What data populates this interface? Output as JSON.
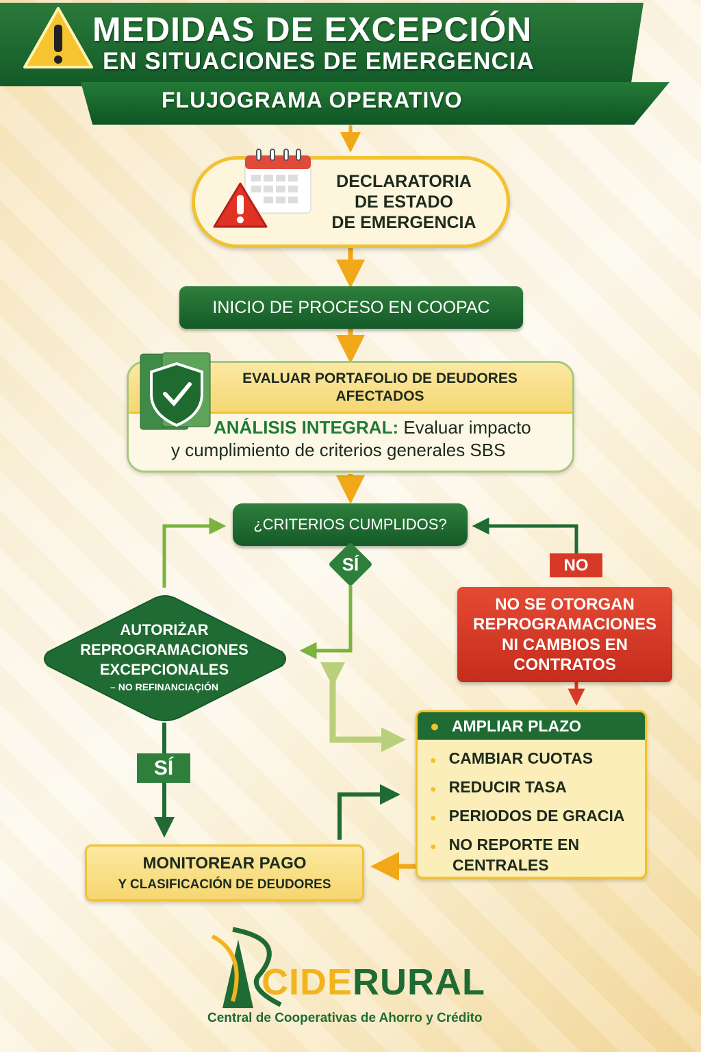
{
  "header": {
    "title": "MEDIDAS DE EXCEPCIÓN",
    "subtitle": "EN SITUACIONES DE EMERGENCIA",
    "band": "FLUJOGRAMA OPERATIVO"
  },
  "steps": {
    "declaratoria": [
      "DECLARATORIA",
      "DE ESTADO",
      "DE EMERGENCIA"
    ],
    "inicio": "INICIO DE PROCESO EN COOPAC",
    "evaluar": {
      "title1": "EVALUAR PORTAFOLIO DE DEUDORES",
      "title2": "AFECTADOS",
      "analysis_label": "ANÁLISIS INTEGRAL:",
      "analysis_text1": "Evaluar impacto",
      "analysis_text2": "y cumplimiento de criterios generales SBS"
    },
    "criterios": "¿CRITERIOS CUMPLIDOS?",
    "si_label": "SÍ",
    "no_label": "NO",
    "si_label2": "SÍ",
    "no_otorgan": [
      "NO SE OTORGAN",
      "REPROGRAMACIONES",
      "NI CAMBIOS EN",
      "CONTRATOS"
    ],
    "autorizar": [
      "AUTORIŻAR",
      "REPROGRAMACIONES",
      "EXCEPCIONALES"
    ],
    "autorizar_note": "– NO REFINANCIAÇIÓN",
    "opciones": {
      "header": "AMPLIAR PLAZO",
      "items": [
        "CAMBIAR CUOTAS",
        "REDUCIR TASA",
        "PERIODOS DE GRACIA",
        "NO REPORTE EN",
        "CENTRALES"
      ]
    },
    "monitorear": {
      "title": "MONITOREAR PAGO",
      "subtitle": "Y CLASIFICACIÓN DE DEUDORES"
    }
  },
  "logo": {
    "name_part1": "CIDE",
    "name_part2": "RURAL",
    "tagline": "Central de Cooperativas de Ahorro y Crédito"
  },
  "colors": {
    "dark_green": "#145a28",
    "light_green": "#7ab33e",
    "yellow": "#f2c12e",
    "red": "#d63a26",
    "cream": "#fdf6dc"
  }
}
